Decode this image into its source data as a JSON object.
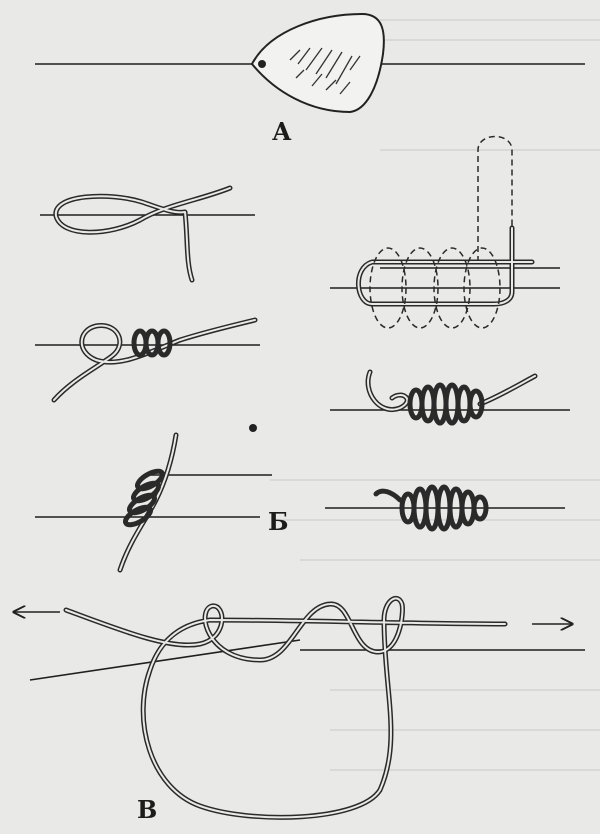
{
  "labels": {
    "a": "А",
    "b": "Б",
    "v": "В"
  },
  "colors": {
    "background": "#e9e9e7",
    "ink": "#2a2a2a"
  }
}
